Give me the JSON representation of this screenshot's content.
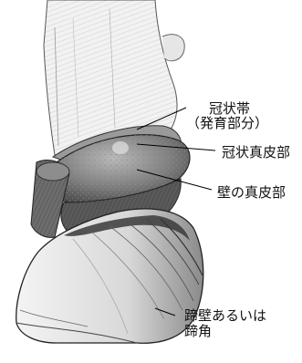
{
  "labels": {
    "coronary_band": "冠状帯",
    "coronary_band_note": "（発育部分）",
    "coronary_corium": "冠状真皮部",
    "laminar_corium": "壁の真皮部",
    "hoof_wall_line1": "蹄壁あるいは",
    "hoof_wall_line2": "蹄角"
  }
}
